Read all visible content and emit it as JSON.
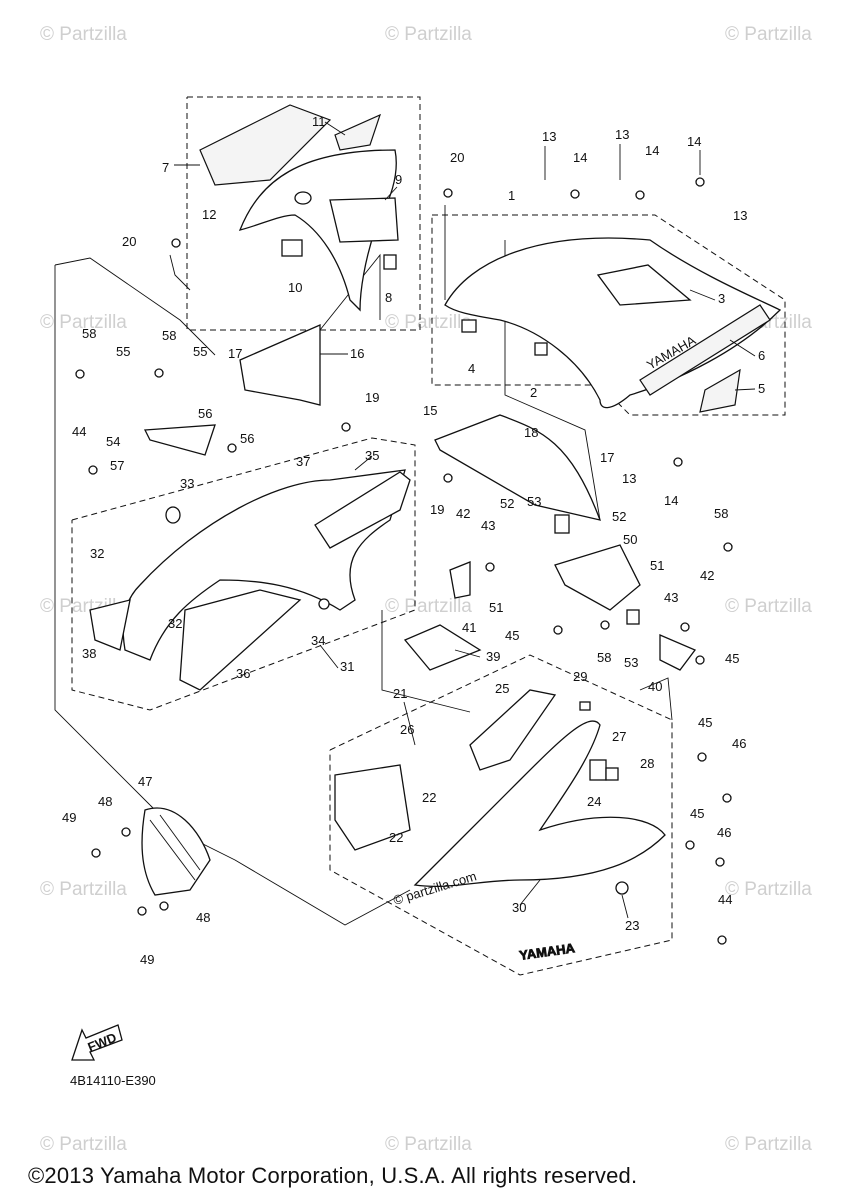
{
  "watermark": "© Partzilla",
  "center_watermark": "© partzilla.com",
  "brand_mark": "YAMAHA",
  "fwd_label": "FWD",
  "drawing_code": "4B14110-E390",
  "copyright": "©2013 Yamaha Motor Corporation, U.S.A. All rights reserved.",
  "callouts": [
    "1",
    "2",
    "3",
    "4",
    "5",
    "6",
    "7",
    "8",
    "9",
    "10",
    "11",
    "12",
    "13",
    "14",
    "15",
    "16",
    "17",
    "18",
    "19",
    "20",
    "21",
    "22",
    "23",
    "24",
    "25",
    "26",
    "27",
    "28",
    "29",
    "30",
    "31",
    "32",
    "33",
    "34",
    "35",
    "36",
    "37",
    "38",
    "39",
    "40",
    "41",
    "42",
    "43",
    "44",
    "45",
    "46",
    "47",
    "48",
    "49",
    "50",
    "51",
    "52",
    "53",
    "54",
    "55",
    "56",
    "57",
    "58"
  ]
}
